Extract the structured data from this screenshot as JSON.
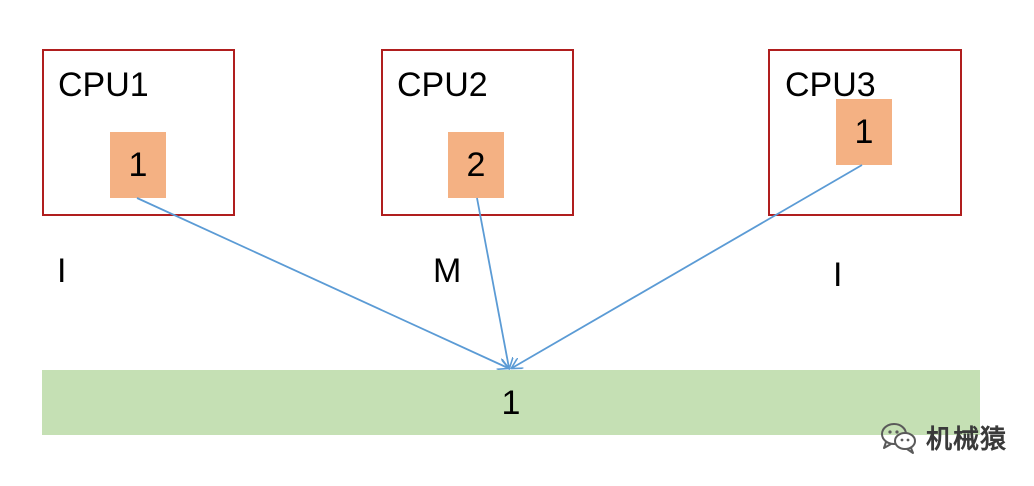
{
  "cpus": [
    {
      "label": "CPU1",
      "cache_value": "1",
      "state": "I"
    },
    {
      "label": "CPU2",
      "cache_value": "2",
      "state": "M"
    },
    {
      "label": "CPU3",
      "cache_value": "1",
      "state": "I"
    }
  ],
  "memory": {
    "value": "1"
  },
  "watermark": {
    "text": "机械猿",
    "icon": "wechat-icon"
  },
  "colors": {
    "cpu_border": "#b01e1e",
    "cache_cell": "#f4b183",
    "memory_bar": "#c5e0b4",
    "arrow": "#5b9bd5"
  }
}
